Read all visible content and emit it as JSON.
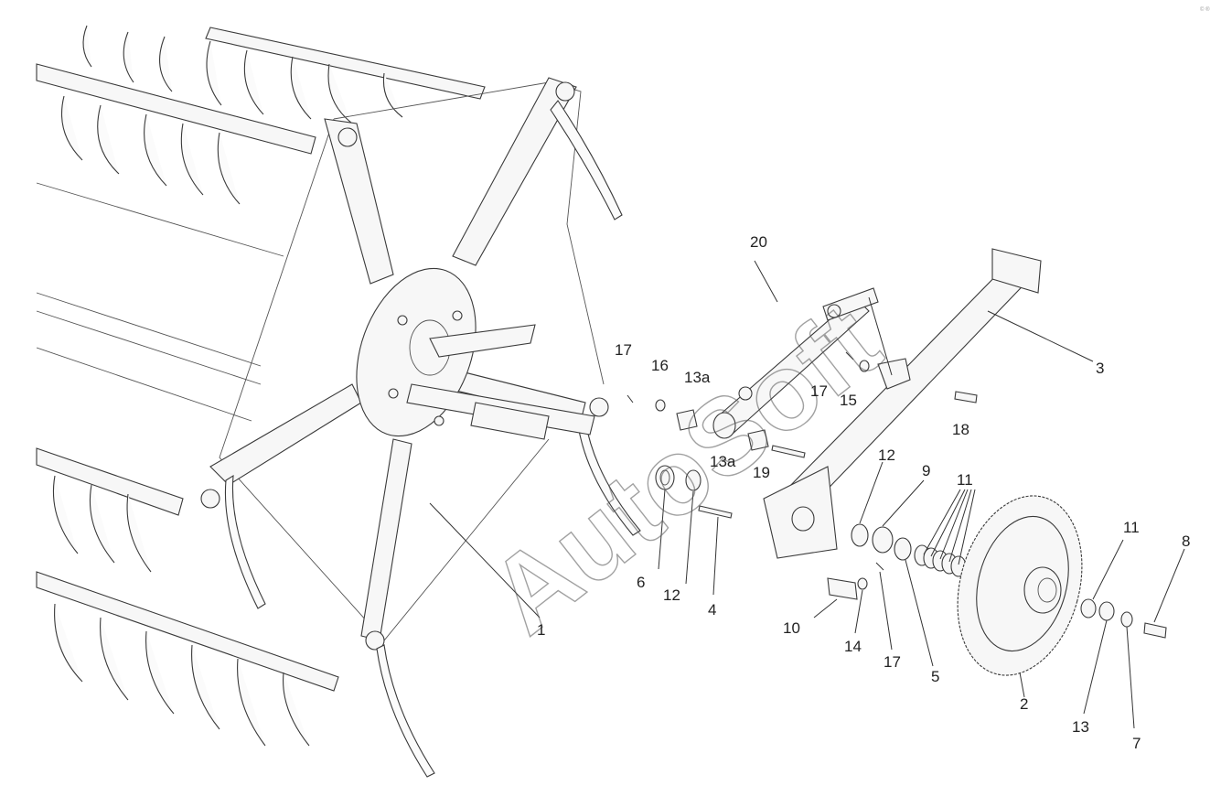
{
  "watermark": "AutoSoft",
  "corner_mark": "© ®",
  "callouts": [
    "1",
    "2",
    "3",
    "4",
    "5",
    "6",
    "7",
    "8",
    "9",
    "10",
    "11",
    "11",
    "12",
    "12",
    "13",
    "13a",
    "13a",
    "14",
    "15",
    "16",
    "17",
    "17",
    "17",
    "18",
    "19",
    "20"
  ]
}
